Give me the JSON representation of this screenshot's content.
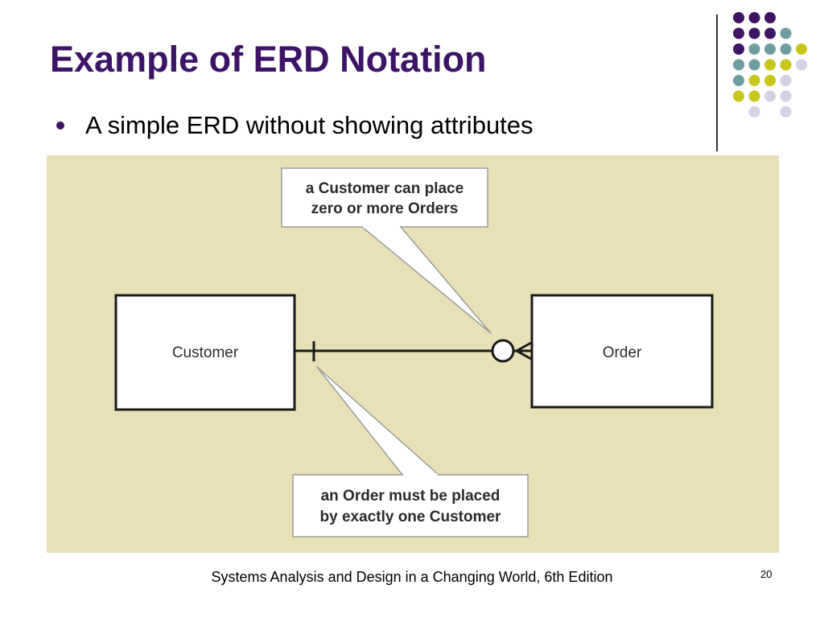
{
  "slide": {
    "title": "Example of ERD Notation",
    "bullet": "A simple ERD without showing attributes",
    "footer": "Systems Analysis and Design in a Changing World, 6th Edition",
    "page_number": "20"
  },
  "diagram": {
    "entities": {
      "customer": "Customer",
      "order": "Order"
    },
    "callouts": {
      "top_line1": "a Customer can place",
      "top_line2": "zero or more Orders",
      "bottom_line1": "an Order must be placed",
      "bottom_line2": "by  exactly one Customer"
    },
    "relationship": {
      "customer_end": "exactly one",
      "order_end": "zero or more"
    }
  },
  "theme": {
    "title_color": "#3d1466",
    "diagram_background": "#e8e1b8",
    "dot_colors": {
      "purple": "#3d1466",
      "teal": "#6e9ea0",
      "olive": "#c8c61a",
      "lavender": "#d2d2e4"
    }
  }
}
